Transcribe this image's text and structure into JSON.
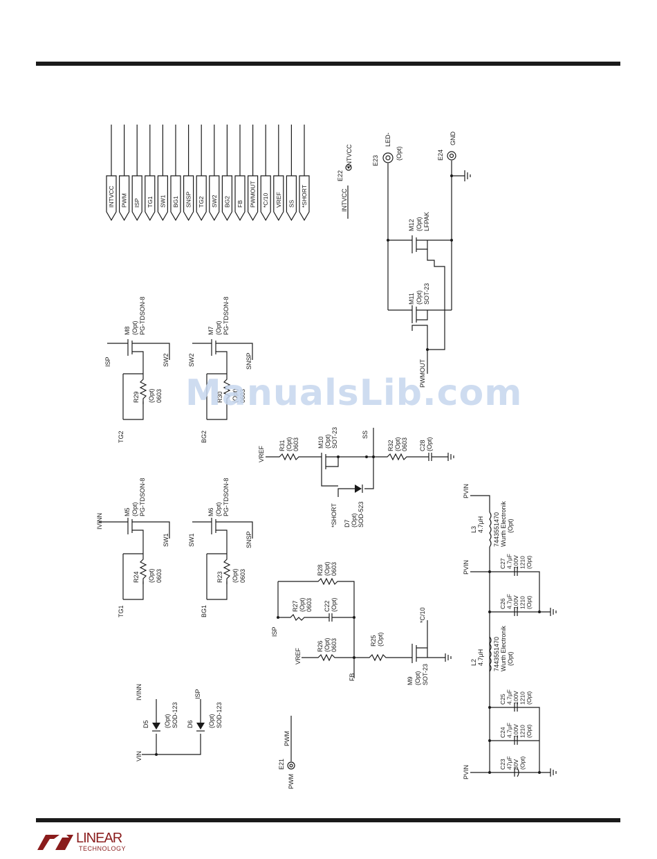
{
  "connector_labels": [
    "INTVCC",
    "PWM",
    "ISP",
    "TG1",
    "SW1",
    "BG1",
    "SNSP",
    "TG2",
    "SW2",
    "BG2",
    "FB",
    "PWMOUT",
    "*C/10",
    "VREF",
    "SS",
    "*SHORT"
  ],
  "tp_e22": {
    "ref": "E22",
    "name": "INTVCC",
    "net": "INTVCC"
  },
  "tp_e23": {
    "ref": "E23",
    "name": "LED-",
    "opt": "(Opt)"
  },
  "tp_e24": {
    "ref": "E24",
    "name": "GND"
  },
  "tp_e21": {
    "ref": "E21",
    "name": "PWM",
    "net": "PWM"
  },
  "m12": [
    "M12",
    "(Opt)",
    "LFPAK"
  ],
  "m11": [
    "M11",
    "(Opt)",
    "SOT-23"
  ],
  "m8": [
    "M8",
    "(Opt)",
    "PG-TDSON-8"
  ],
  "m7": [
    "M7",
    "(Opt)",
    "PG-TDSON-8"
  ],
  "m5": [
    "M5",
    "(Opt)",
    "PG-TDSON-8"
  ],
  "m6": [
    "M6",
    "(Opt)",
    "PG-TDSON-8"
  ],
  "m10": [
    "M10",
    "(Opt)",
    "SOT-23"
  ],
  "m9": [
    "M9",
    "(Opt)",
    "SOT-23"
  ],
  "r29": [
    "R29",
    "(Opt)",
    "0603"
  ],
  "r30": [
    "R30",
    "(Opt)",
    "0603"
  ],
  "r24": [
    "R24",
    "(Opt)",
    "0603"
  ],
  "r23": [
    "R23",
    "(Opt)",
    "0603"
  ],
  "r31": [
    "R31",
    "(Opt)",
    "0603"
  ],
  "r32": [
    "R32",
    "(Opt)",
    "0603"
  ],
  "r28": [
    "R28",
    "(Opt)",
    "0603"
  ],
  "r27": [
    "R27",
    "(Opt)",
    "0603"
  ],
  "r26": [
    "R26",
    "(Opt)",
    "0603"
  ],
  "r25": [
    "R25",
    "(Opt)"
  ],
  "c28": [
    "C28",
    "(Opt)"
  ],
  "c22": [
    "C22",
    "(Opt)"
  ],
  "d7": [
    "D7",
    "(Opt)",
    "SOD-523"
  ],
  "d5": [
    "D5",
    "(Opt)",
    "SOD-123"
  ],
  "d6": [
    "D6",
    "(Opt)",
    "SOD-123"
  ],
  "l3": [
    "L3",
    "4.7μH",
    "7443551470",
    "Wurth Electronik",
    "(Opt)"
  ],
  "l2": [
    "L2",
    "4.7μH",
    "7443551470",
    "Wurth Electronik",
    "(Opt)"
  ],
  "c27": [
    "C27",
    "4.7μF",
    "100V",
    "1210",
    "(Opt)"
  ],
  "c26": [
    "C26",
    "4.7μF",
    "100V",
    "1210",
    "(Opt)"
  ],
  "c25": [
    "C25",
    "4.7μF",
    "100V",
    "1210",
    "(Opt)"
  ],
  "c24": [
    "C24",
    "4.7μF",
    "100V",
    "1210",
    "(Opt)"
  ],
  "c23": [
    "C23",
    "47μF",
    "80V",
    "(Opt)"
  ],
  "nets": {
    "isp": "ISP",
    "sw2": "SW2",
    "tg2": "TG2",
    "bg2": "BG2",
    "snsp": "SNSP",
    "ivinn": "IVINN",
    "sw1": "SW1",
    "tg1": "TG1",
    "bg1": "BG1",
    "vref": "VREF",
    "ss": "SS",
    "short": "*SHORT",
    "c10": "*C/10",
    "fb": "FB",
    "vin": "VIN",
    "pvin": "PVIN",
    "pwmout": "PWMOUT"
  },
  "watermark": "ManualsLib.com",
  "logo": {
    "word": "LINEAR",
    "sub": "TECHNOLOGY",
    "color": "#8a1c1c"
  }
}
